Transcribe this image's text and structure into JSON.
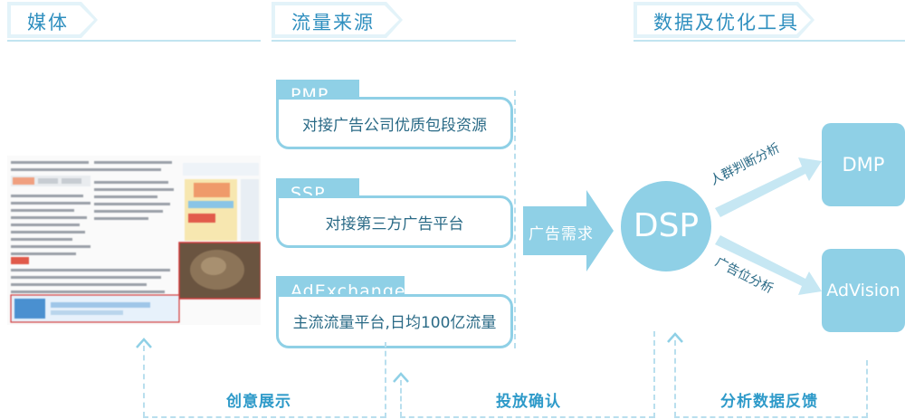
{
  "headers": {
    "media": "媒体",
    "traffic": "流量来源",
    "tools": "数据及优化工具"
  },
  "sources": [
    {
      "tag": "PMP",
      "desc": "对接广告公司优质包段资源"
    },
    {
      "tag": "SSP",
      "desc": "对接第三方广告平台"
    },
    {
      "tag": "AdExchange",
      "desc": "主流流量平台,日均100亿流量"
    }
  ],
  "demand_label": "广告需求",
  "dsp_label": "DSP",
  "tools": {
    "dmp": "DMP",
    "advision": "AdVision",
    "arrow_top_label": "人群判断分析",
    "arrow_bottom_label": "广告位分析"
  },
  "feedback": {
    "creative": "创意展示",
    "delivery": "投放确认",
    "analysis": "分析数据反馈"
  },
  "colors": {
    "accent": "#8fd0e6",
    "heading": "#2f8fbf",
    "label": "#2e9ac9"
  }
}
